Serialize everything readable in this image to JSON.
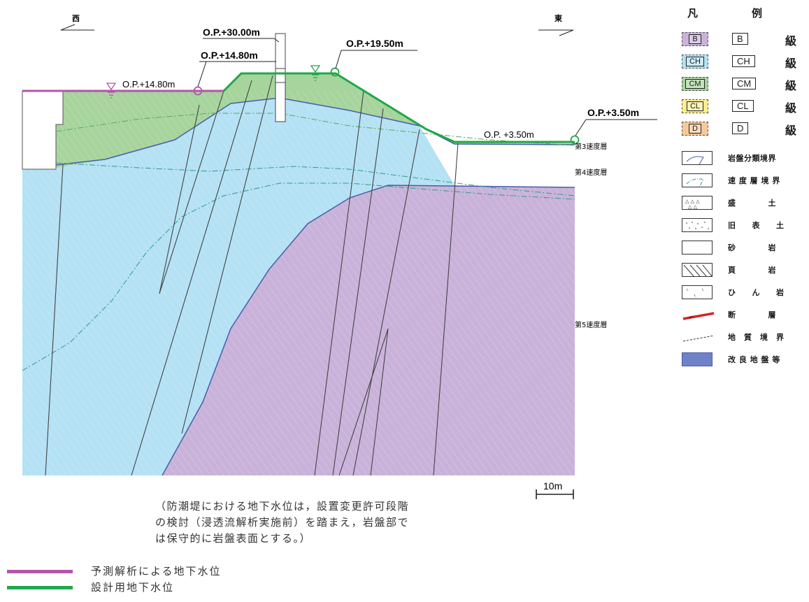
{
  "compass": {
    "west": "西",
    "east": "東"
  },
  "elevations": {
    "top_pillar": "O.P.+30.00m",
    "upper_left_bold": "O.P.+14.80m",
    "left_water": "O.P.+14.80m",
    "crest": "O.P.+19.50m",
    "right_bold": "O.P.+3.50m",
    "right_water": "O.P. +3.50m"
  },
  "velocity_layers": [
    "第3速度層",
    "第4速度層",
    "第5速度層"
  ],
  "scale_bar": "10m",
  "legend": {
    "title_left": "凡",
    "title_right": "例",
    "grades": [
      {
        "code": "B",
        "label": "B",
        "suffix": "級",
        "color": "#c9b2d9"
      },
      {
        "code": "CH",
        "label": "CH",
        "suffix": "級",
        "color": "#b4e1f4"
      },
      {
        "code": "CM",
        "label": "CM",
        "suffix": "級",
        "color": "#a6d49c"
      },
      {
        "code": "CL",
        "label": "CL",
        "suffix": "級",
        "color": "#fbee8f"
      },
      {
        "code": "D",
        "label": "D",
        "suffix": "級",
        "color": "#f6c99a"
      }
    ],
    "symbols": [
      {
        "icon": "rock-class-boundary-icon",
        "label": "岩盤分類境界"
      },
      {
        "icon": "velocity-boundary-icon",
        "label": "速 度 層 境 界"
      },
      {
        "icon": "fill-soil-icon",
        "label": "盛　　　　土"
      },
      {
        "icon": "old-topsoil-icon",
        "label": "旧　　表　　土"
      },
      {
        "icon": "sandstone-icon",
        "label": "砂　　　　岩"
      },
      {
        "icon": "shale-icon",
        "label": "頁　　　　岩"
      },
      {
        "icon": "porphyrite-icon",
        "label": "ひ　　ん　　岩"
      },
      {
        "icon": "fault-icon",
        "label": "断　　　　層"
      },
      {
        "icon": "geologic-boundary-icon",
        "label": "地　質　境　界"
      },
      {
        "icon": "improved-ground-icon",
        "label": "改 良 地 盤 等"
      }
    ]
  },
  "bottom": {
    "predicted_water": "予測解析による地下水位",
    "design_water": "設計用地下水位",
    "predicted_color": "#b256a9",
    "design_color": "#20a84a",
    "note_lines": [
      "（防潮堤における地下水位は，設置変更許可段階",
      "の検討（浸透流解析実施前）を踏まえ，岩盤部で",
      "は保守的に岩盤表面とする。）"
    ]
  }
}
